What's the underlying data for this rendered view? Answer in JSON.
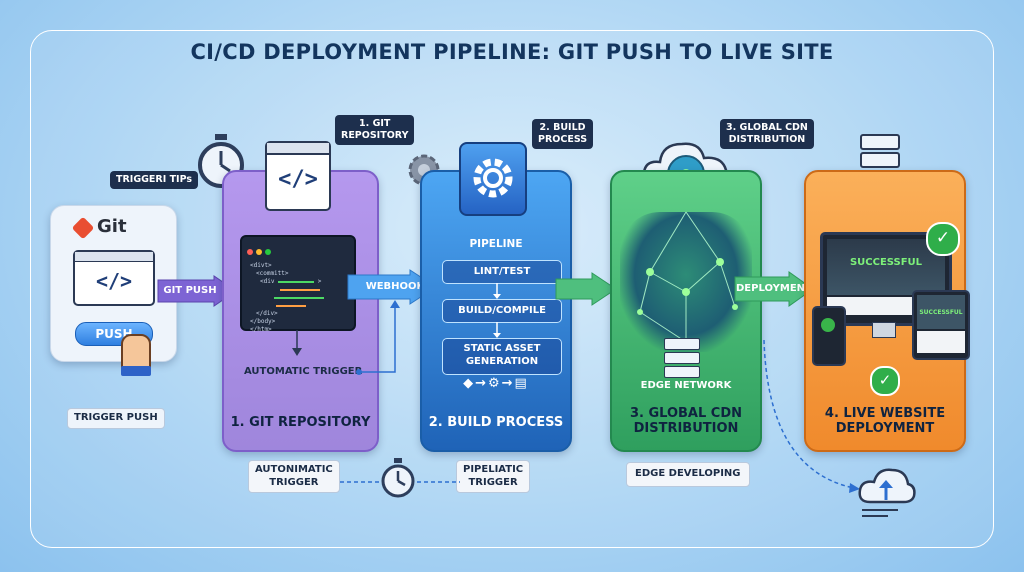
{
  "title": "CI/CD DEPLOYMENT PIPELINE: GIT PUSH TO LIVE SITE",
  "trigger": {
    "tips_label": "TRIGGERI TIPs",
    "git_label": "Git",
    "push_button": "PUSH",
    "caption": "TRIGGER PUSH"
  },
  "arrows": {
    "git_push": "GIT PUSH",
    "webhook": "WEBHOOK",
    "deployment": "DEPLOYMENT"
  },
  "stage1": {
    "tag": "1. GIT\nREPOSITORY",
    "code_lines": [
      "<divt>",
      "<committ>",
      "<div",
      ">",
      "</div>",
      "</body>",
      "</htm>"
    ],
    "auto_trigger": "AUTOMATIC TRIGGER",
    "title": "1. GIT REPOSITORY",
    "bottom_tag": "AUTONIMATIC\nTRIGGER"
  },
  "stage2": {
    "tag": "2. BUILD\nPROCESS",
    "pipeline_label": "PIPELINE",
    "steps": [
      "LINT/TEST",
      "BUILD/COMPILE",
      "STATIC ASSET\nGENERATION"
    ],
    "title": "2. BUILD PROCESS",
    "bottom_tag": "PIPELIATIC\nTRIGGER"
  },
  "stage3": {
    "tag": "3. GLOBAL CDN\nDISTRIBUTION",
    "edge_label": "EDGE NETWORK",
    "title": "3. GLOBAL CDN\nDISTRIBUTION",
    "bottom_tag": "EDGE DEVELOPING"
  },
  "stage4": {
    "success_large": "SUCCESSFUL",
    "success_small": "SUCCESSFUL",
    "title": "4. LIVE WEBSITE\nDEPLOYMENT"
  },
  "colors": {
    "purple": "#a98be3",
    "blue": "#3f8ee0",
    "green": "#58c57a",
    "orange": "#f4983c",
    "navy": "#1d2f4d"
  }
}
